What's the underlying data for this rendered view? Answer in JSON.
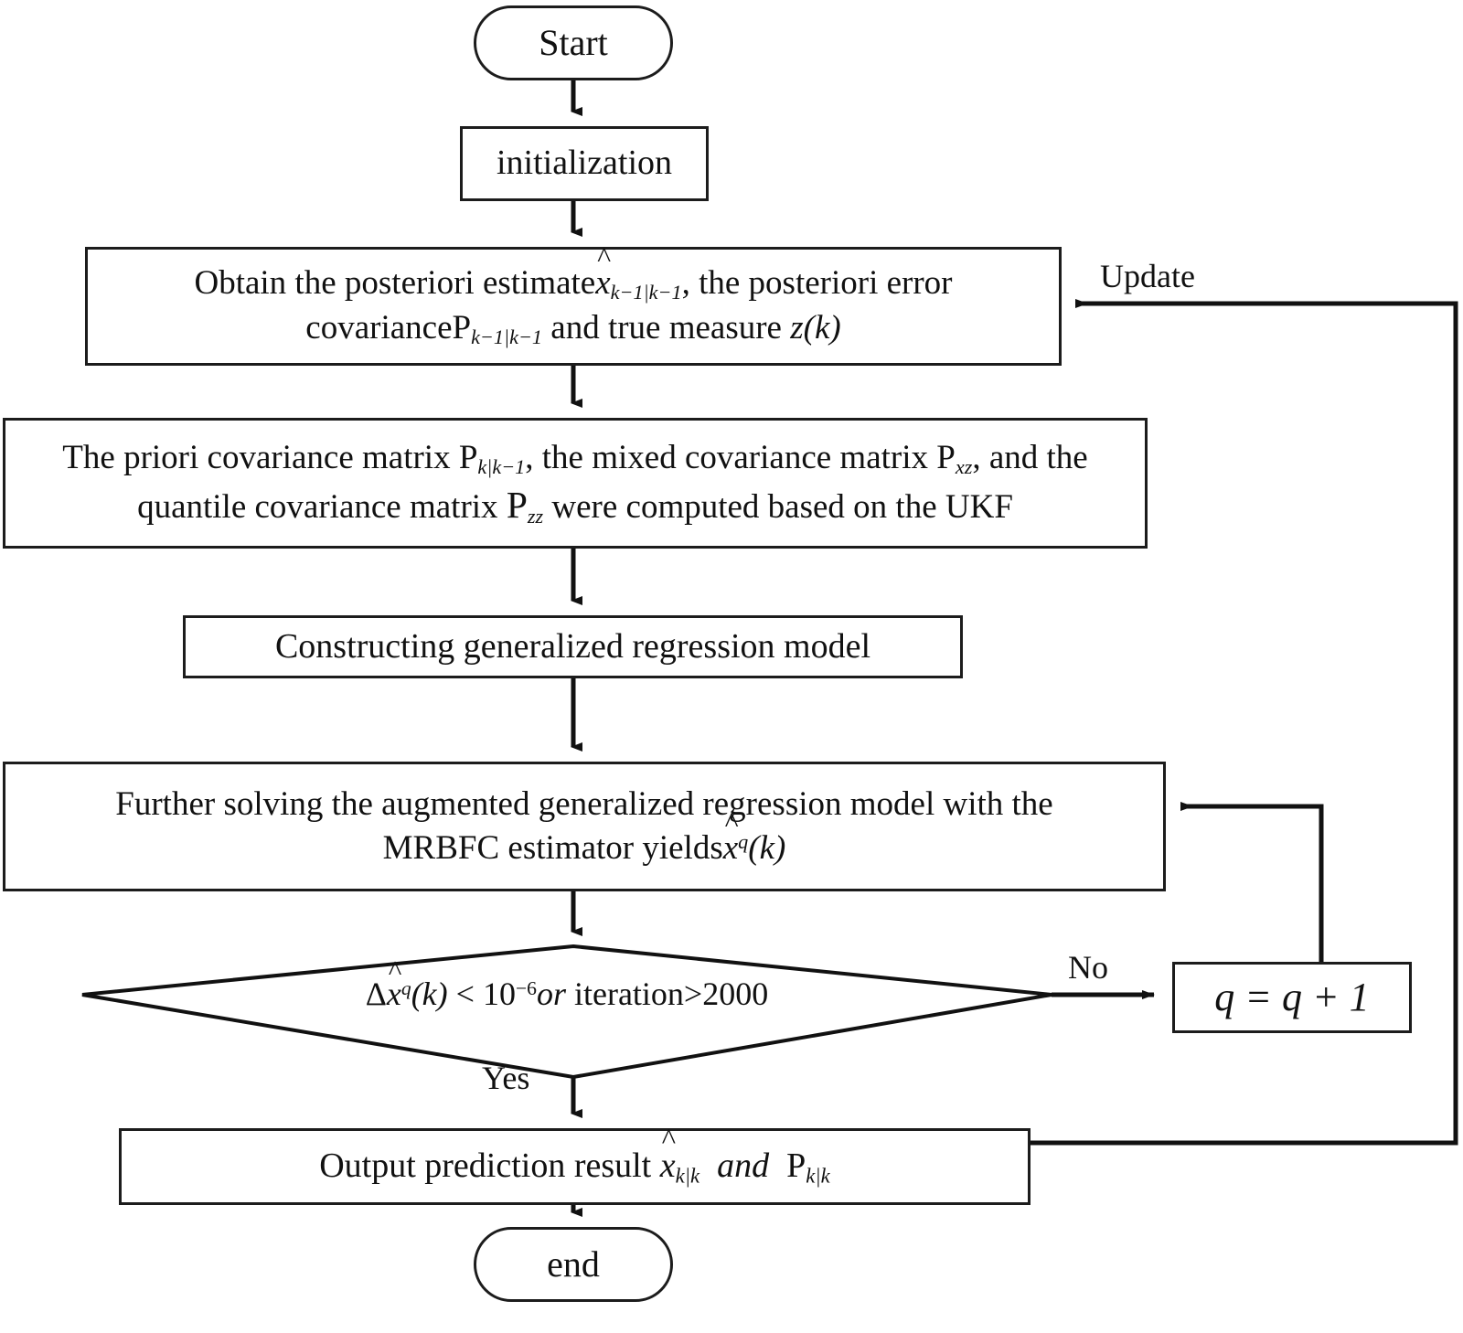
{
  "diagram": {
    "title": "UKF-MRBFC iterative prediction flowchart",
    "stroke_color": "#1c1c1c",
    "background_color": "#ffffff",
    "nodes": [
      {
        "id": "start",
        "type": "terminator",
        "label": "Start"
      },
      {
        "id": "initialization",
        "type": "process",
        "label": "initialization"
      },
      {
        "id": "obtain",
        "type": "process",
        "label": "Obtain the posteriori estimate x̂k−1|k−1, the posteriori error covariance Pk−1|k−1 and true measure z(k)",
        "line1_pre": "Obtain the posteriori estimate",
        "line1_var": "x̂",
        "line1_sub": "k−1|k−1",
        "line1_post": ", the posteriori error",
        "line2_pre": "covariance",
        "line2_var": "P",
        "line2_sub": "k−1|k−1",
        "line2_mid": " and true measure ",
        "line2_var2": "z",
        "line2_post": "(k)"
      },
      {
        "id": "covariances",
        "type": "process",
        "label": "The priori covariance matrix Pk|k−1, the mixed covariance matrix Pxz, and the quantile covariance matrix Pzz were computed based on the UKF",
        "line1_pre": "The priori covariance matrix ",
        "line1_var": "P",
        "line1_sub": "k|k−1",
        "line1_mid": ", the mixed covariance matrix ",
        "line1_var2": "P",
        "line1_sub2": "xz",
        "line1_post": ", and the",
        "line2_pre": "quantile covariance matrix ",
        "line2_var": "P",
        "line2_sub": "zz",
        "line2_post": " were computed based on the UKF"
      },
      {
        "id": "construct",
        "type": "process",
        "label": "Constructing generalized regression model"
      },
      {
        "id": "solve",
        "type": "process",
        "label": "Further solving the augmented generalized regression model with the MRBFC estimator yields x̂q(k)",
        "line1": "Further solving the augmented generalized regression model with the",
        "line2_pre": "MRBFC estimator yields",
        "line2_var": "x̂",
        "line2_sup": "q",
        "line2_post": "(k)"
      },
      {
        "id": "decision",
        "type": "decision",
        "label": "Δx̂q(k) < 10−6 or iteration>2000",
        "delta": "Δ",
        "var": "x̂",
        "sup": "q",
        "arg": "(k)",
        "op": " < ",
        "base": "10",
        "exp": "−6",
        "conj": "or",
        "tail": " iteration>2000"
      },
      {
        "id": "increment",
        "type": "process",
        "label": "q = q + 1"
      },
      {
        "id": "output",
        "type": "process",
        "label": "Output prediction result x̂k|k and Pk|k",
        "pre": "Output prediction result ",
        "var1": "x̂",
        "sub1": "k|k",
        "conj": "and",
        "var2": "P",
        "sub2": "k|k"
      },
      {
        "id": "end",
        "type": "terminator",
        "label": "end"
      }
    ],
    "edge_labels": {
      "update": "Update",
      "no": "No",
      "yes": "Yes"
    }
  }
}
